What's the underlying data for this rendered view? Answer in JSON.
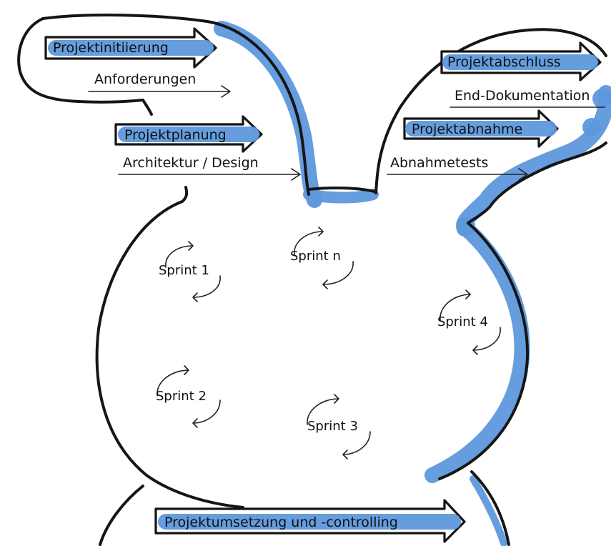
{
  "colors": {
    "highlight": "#5d98dc",
    "ink": "#151515",
    "background": "#ffffff"
  },
  "phases": {
    "initiation": "Projektinitiierung",
    "planning": "Projektplanung",
    "closing": "Projektabschluss",
    "acceptance": "Projektabnahme",
    "execution": "Projektumsetzung und -controlling"
  },
  "notes": {
    "requirements": "Anforderungen",
    "architecture": "Architektur / Design",
    "documentation": "End-Dokumentation",
    "acceptance_tests": "Abnahmetests"
  },
  "sprints": {
    "s1": "Sprint 1",
    "sn": "Sprint n",
    "s4": "Sprint 4",
    "s2": "Sprint 2",
    "s3": "Sprint 3"
  },
  "icons": {
    "cycle": "cycle-arrows-icon",
    "phase_arrow": "block-arrow-icon",
    "note_arrow": "thin-arrow-icon"
  }
}
